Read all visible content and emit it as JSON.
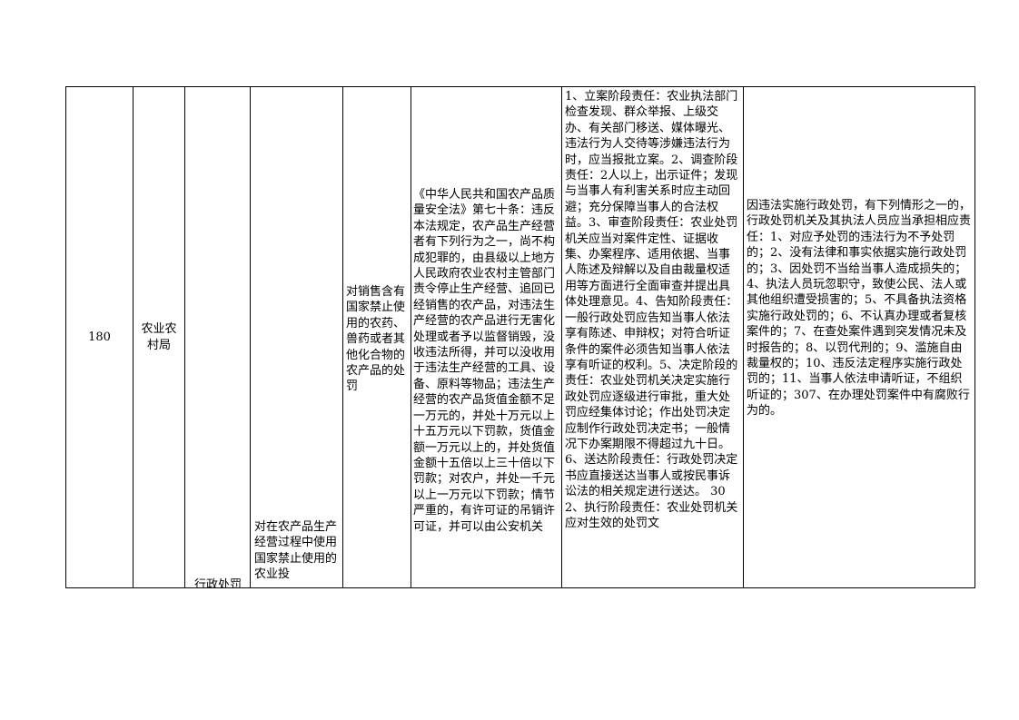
{
  "table": {
    "row": {
      "number": "180",
      "department": "农业农村局",
      "category_fragment": "行政处罚",
      "parent_item_fragment": "对在农产品生产经营过程中使用国家禁止使用的农业投",
      "sub_item": "对销售含有国家禁止使用的农药、兽药或者其他化合物的农产品的处罚",
      "legal_basis": "《中华人民共和国农产品质量安全法》第七十条：违反本法规定，农产品生产经营者有下列行为之一，尚不构成犯罪的，由县级以上地方人民政府农业农村主管部门责令停止生产经营、追回已经销售的农产品，对违法生产经营的农产品进行无害化处理或者予以监督销毁，没收违法所得，并可以没收用于违法生产经营的工具、设备、原料等物品；违法生产经营的农产品货值金额不足一万元的，并处十万元以上十五万元以下罚款，货值金额一万元以上的，并处货值金额十五倍以上三十倍以下罚款；对农户，并处一千元以上一万元以下罚款；情节严重的，有许可证的吊销许可证，并可以由公安机关",
      "responsibilities": "1、立案阶段责任：农业执法部门检查发现、群众举报、上级交办、有关部门移送、媒体曝光、违法行为人交待等涉嫌违法行为时，应当报批立案。2、调查阶段责任：2人以上，出示证件；发现与当事人有利害关系时应主动回避；充分保障当事人的合法权益。3、审查阶段责任：农业处罚机关应当对案件定性、证据收集、办案程序、适用依据、当事人陈述及辩解以及自由裁量权适用等方面进行全面审查并提出具体处理意见。4、告知阶段责任：一般行政处罚应告知当事人依法享有陈述、申辩权；对符合听证条件的案件必须告知当事人依法享有听证的权利。5、决定阶段的责任：农业处罚机关决定实施行政处罚应逐级进行审批，重大处罚应经集体讨论；作出处罚决定应制作行政处罚决定书；一般情况下办案期限不得超过九十日。6、送达阶段责任：行政处罚决定书应直接送达当事人或按民事诉讼法的相关规定进行送达。 302、执行阶段责任：农业处罚机关应对生效的处罚文",
      "accountability": "因违法实施行政处罚，有下列情形之一的，行政处罚机关及其执法人员应当承担相应责任：1、对应予处罚的违法行为不予处罚的；2、没有法律和事实依据实施行政处罚的；3、因处罚不当给当事人造成损失的； 4、执法人员玩忽职守，致使公民、法人或其他组织遭受损害的；5、不具备执法资格实施行政处罚的；6、不认真办理或者复核案件的；7、在查处案件遇到突发情况未及时报告的；8、以罚代刑的；9、滥施自由裁量权的；10、违反法定程序实施行政处罚的；11、当事人依法申请听证，不组织听证的；307、在办理处罚案件中有腐败行为的。"
    }
  }
}
